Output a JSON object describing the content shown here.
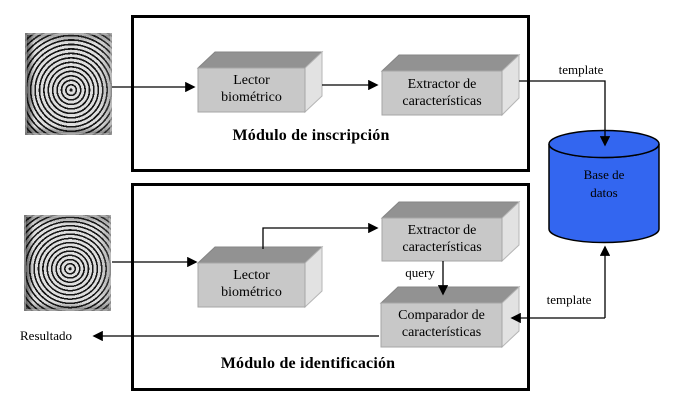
{
  "colors": {
    "background": "#ffffff",
    "box_front": "#c8c8c8",
    "box_top": "#929292",
    "box_side": "#e2e2e2",
    "db_fill": "#3366f0",
    "line": "#000000"
  },
  "enrollment": {
    "title": "Módulo de inscripción",
    "lector_line1": "Lector",
    "lector_line2": "biométrico",
    "extractor_line1": "Extractor de",
    "extractor_line2": "características",
    "template_label": "template"
  },
  "identification": {
    "title": "Módulo de identificación",
    "lector_line1": "Lector",
    "lector_line2": "biométrico",
    "extractor_line1": "Extractor de",
    "extractor_line2": "características",
    "comparador_line1": "Comparador de",
    "comparador_line2": "características",
    "query_label": "query",
    "template_label": "template",
    "result_label": "Resultado"
  },
  "database": {
    "line1": "Base de",
    "line2": "datos"
  }
}
